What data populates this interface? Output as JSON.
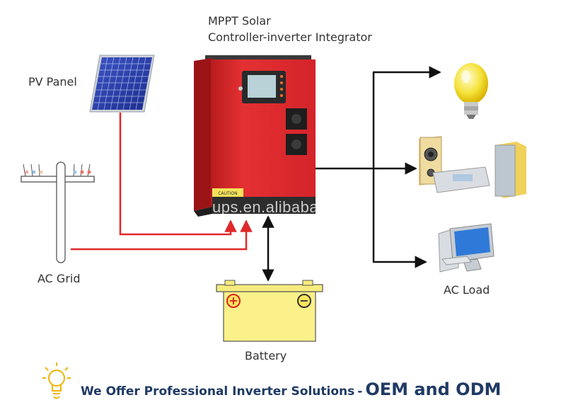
{
  "title": {
    "line1": "MPPT Solar",
    "line2": "Controller-inverter Integrator"
  },
  "labels": {
    "pv_panel": "PV Panel",
    "ac_grid": "AC Grid",
    "ac_load": "AC Load",
    "battery": "Battery"
  },
  "watermark": "ups.en.alibaba.com",
  "slogan": {
    "main": "We Offer Professional Inverter Solutions",
    "separator": "-",
    "highlight": "OEM and ODM"
  },
  "device": {
    "warning_tag": "CAUTION"
  },
  "battery": {
    "positive_symbol": "+",
    "negative_symbol": "−"
  },
  "colors": {
    "inverter_red": "#e0282a",
    "wire_red": "#e0282a",
    "arrow_black": "#111111",
    "battery_yellow": "#fbf18a",
    "slogan_blue": "#1f3a64"
  }
}
